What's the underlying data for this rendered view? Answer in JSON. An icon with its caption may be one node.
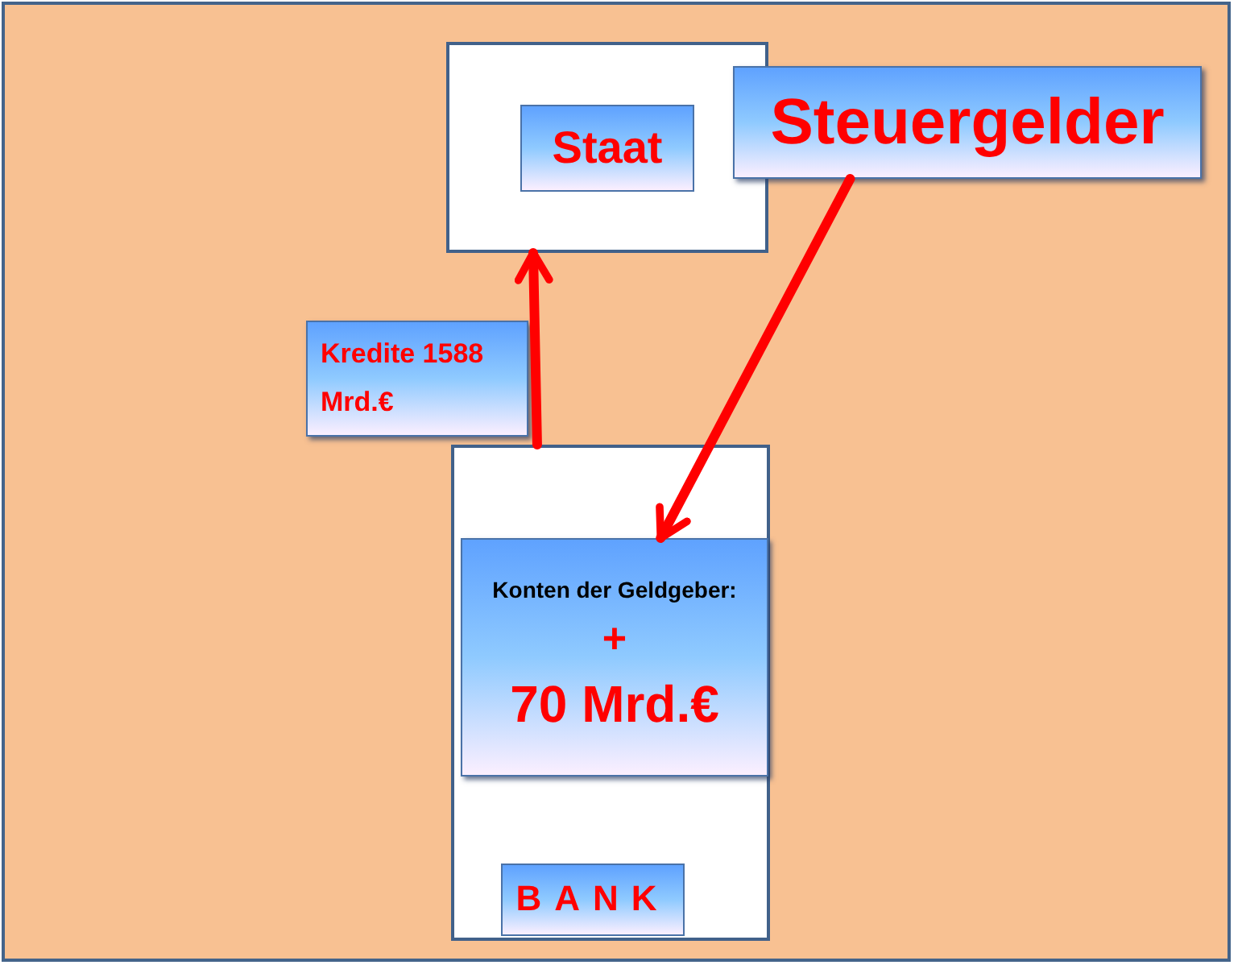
{
  "diagram": {
    "nodes": [
      {
        "text": [],
        "shape": "box"
      },
      {
        "text": [
          "Staat"
        ],
        "in": 0
      },
      {
        "text": [
          "Steuergelder"
        ]
      },
      {
        "text": [
          "Kredite 1588 Mrd.€"
        ]
      },
      {
        "text": [],
        "shape": "box"
      },
      {
        "text": [
          "Konten der Geldgeber:",
          "+",
          "70 Mrd.€"
        ],
        "in": 4
      },
      {
        "text": [
          "BANK"
        ],
        "in": 4
      }
    ],
    "edges": [
      {
        "from": 4,
        "to": 0,
        "arrow": "to"
      },
      {
        "from": 2,
        "to": 5,
        "arrow": "to"
      }
    ]
  }
}
